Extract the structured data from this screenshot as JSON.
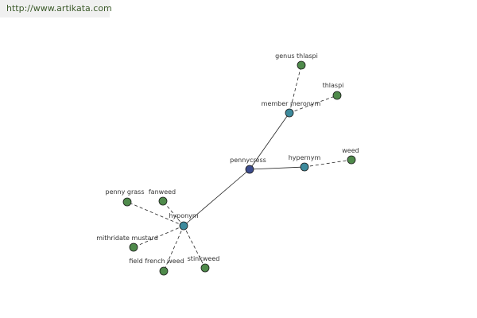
{
  "watermark": {
    "text": "http://www.artikata.com"
  },
  "graph": {
    "nodes": [
      {
        "id": "pennycress",
        "label": "pennycress",
        "role": "root",
        "color": "#3b4b8c"
      },
      {
        "id": "member-meronym",
        "label": "member meronym",
        "role": "relation",
        "color": "#3d8a9c"
      },
      {
        "id": "hypernym",
        "label": "hypernym",
        "role": "relation",
        "color": "#3d8a9c"
      },
      {
        "id": "hyponym",
        "label": "hyponym",
        "role": "relation",
        "color": "#3d8a9c"
      },
      {
        "id": "genus-thlaspi",
        "label": "genus thlaspi",
        "role": "leaf",
        "color": "#4f8a4b"
      },
      {
        "id": "thlaspi",
        "label": "thlaspi",
        "role": "leaf",
        "color": "#4f8a4b"
      },
      {
        "id": "weed",
        "label": "weed",
        "role": "leaf",
        "color": "#4f8a4b"
      },
      {
        "id": "penny-grass",
        "label": "penny grass",
        "role": "leaf",
        "color": "#4f8a4b"
      },
      {
        "id": "fanweed",
        "label": "fanweed",
        "role": "leaf",
        "color": "#4f8a4b"
      },
      {
        "id": "mithridate-mustard",
        "label": "mithridate mustard",
        "role": "leaf",
        "color": "#4f8a4b"
      },
      {
        "id": "field-french-weed",
        "label": "field french weed",
        "role": "leaf",
        "color": "#4f8a4b"
      },
      {
        "id": "stinkweed",
        "label": "stinkweed",
        "role": "leaf",
        "color": "#4f8a4b"
      }
    ],
    "edges": [
      {
        "from": "pennycress",
        "to": "member-meronym",
        "style": "solid"
      },
      {
        "from": "pennycress",
        "to": "hypernym",
        "style": "solid"
      },
      {
        "from": "pennycress",
        "to": "hyponym",
        "style": "solid"
      },
      {
        "from": "member-meronym",
        "to": "genus-thlaspi",
        "style": "dashed"
      },
      {
        "from": "member-meronym",
        "to": "thlaspi",
        "style": "dashed"
      },
      {
        "from": "hypernym",
        "to": "weed",
        "style": "dashed"
      },
      {
        "from": "hyponym",
        "to": "penny-grass",
        "style": "dashed"
      },
      {
        "from": "hyponym",
        "to": "fanweed",
        "style": "dashed"
      },
      {
        "from": "hyponym",
        "to": "mithridate-mustard",
        "style": "dashed"
      },
      {
        "from": "hyponym",
        "to": "field-french-weed",
        "style": "dashed"
      },
      {
        "from": "hyponym",
        "to": "stinkweed",
        "style": "dashed"
      }
    ]
  }
}
